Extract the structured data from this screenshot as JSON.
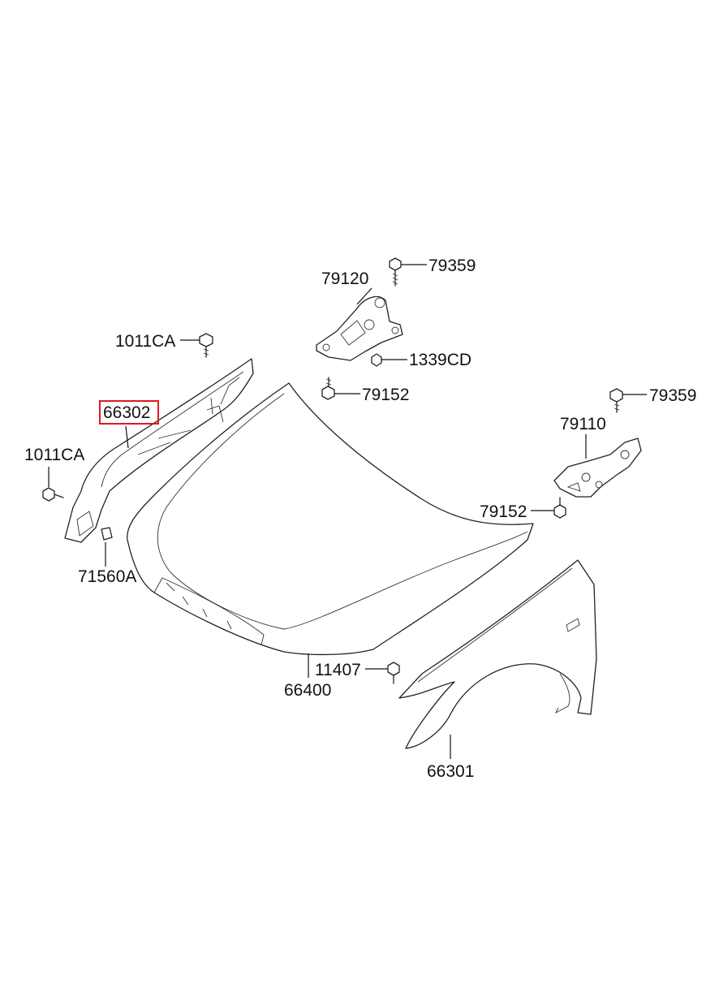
{
  "labels": {
    "lbl_79359_top": "79359",
    "lbl_79120": "79120",
    "lbl_1339CD": "1339CD",
    "lbl_79152_top": "79152",
    "lbl_1011CA_top": "1011CA",
    "lbl_66302": "66302",
    "lbl_1011CA_left": "1011CA",
    "lbl_71560A": "71560A",
    "lbl_79359_right": "79359",
    "lbl_79110": "79110",
    "lbl_79152_right": "79152",
    "lbl_11407": "11407",
    "lbl_66400": "66400",
    "lbl_66301": "66301"
  },
  "highlighted_part": "66302",
  "colors": {
    "highlight": "#e0191f",
    "line": "#222222"
  }
}
